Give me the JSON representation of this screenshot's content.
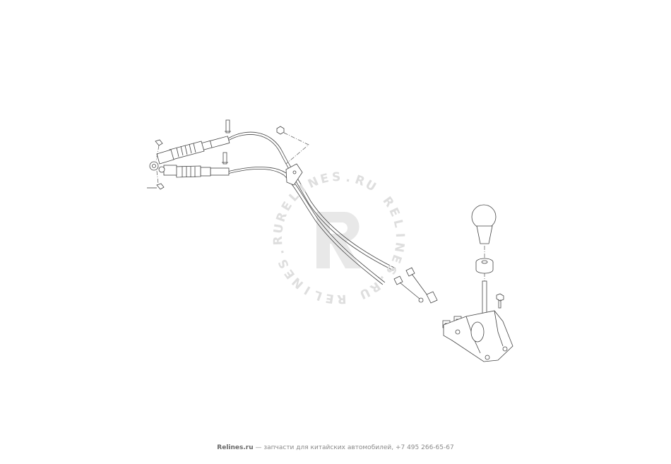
{
  "watermark": {
    "ring_text": "RELINES.RU RELINES.RU RELINES.RU",
    "letter": "R"
  },
  "footer": {
    "brand": "Relines.ru",
    "text": " — запчасти для китайских автомобилей, +7 495 266-65-67"
  },
  "colors": {
    "line": "#444444",
    "watermark": "#e3e3e3",
    "footer": "#8a8a8a"
  }
}
